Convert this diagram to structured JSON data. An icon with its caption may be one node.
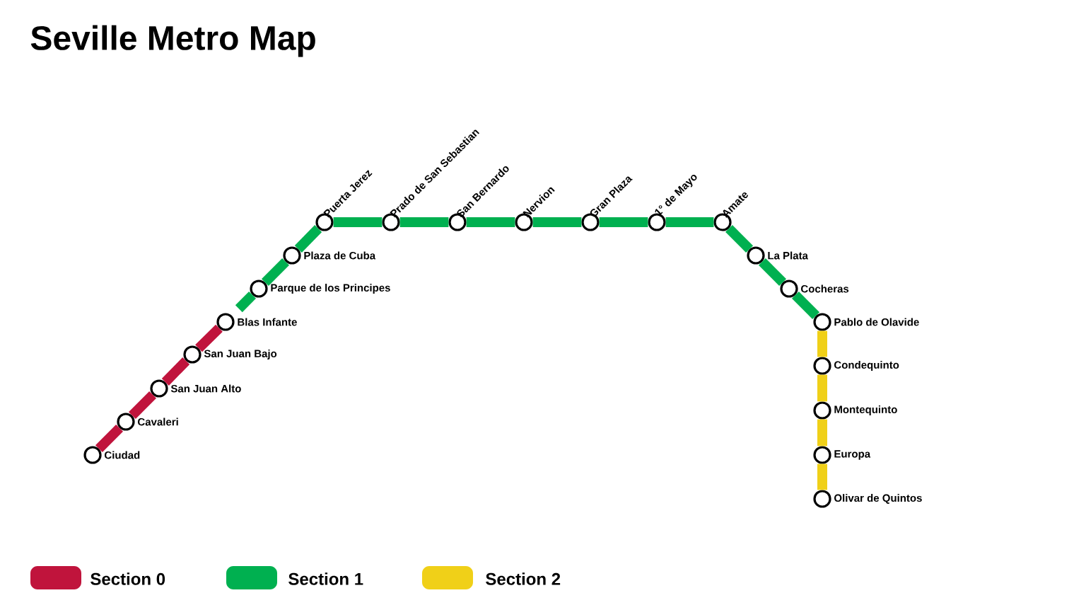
{
  "diagram": {
    "title": "Seville Metro Map",
    "nodes": [
      {
        "text": [],
        "shape": "circle",
        "beside": [
          "Ciudad"
        ]
      },
      {
        "text": [],
        "shape": "circle",
        "beside": [
          "Cavaleri"
        ]
      },
      {
        "text": [],
        "shape": "circle",
        "beside": [
          "San Juan Alto"
        ]
      },
      {
        "text": [],
        "shape": "circle",
        "beside": [
          "San Juan Bajo"
        ]
      },
      {
        "text": [],
        "shape": "circle",
        "beside": [
          "Blas Infante"
        ]
      },
      {
        "text": [],
        "shape": "circle",
        "beside": [
          "Parque de los Principes"
        ]
      },
      {
        "text": [],
        "shape": "circle",
        "beside": [
          "Plaza de Cuba"
        ]
      },
      {
        "text": [],
        "shape": "circle",
        "beside": [
          "Puerta Jerez"
        ]
      },
      {
        "text": [],
        "shape": "circle",
        "beside": [
          "Prado de San Sebastian"
        ]
      },
      {
        "text": [],
        "shape": "circle",
        "beside": [
          "San Bernardo"
        ]
      },
      {
        "text": [],
        "shape": "circle",
        "beside": [
          "Nervion"
        ]
      },
      {
        "text": [],
        "shape": "circle",
        "beside": [
          "Gran Plaza"
        ]
      },
      {
        "text": [],
        "shape": "circle",
        "beside": [
          "1° de Mayo"
        ]
      },
      {
        "text": [],
        "shape": "circle",
        "beside": [
          "Amate"
        ]
      },
      {
        "text": [],
        "shape": "circle",
        "beside": [
          "La Plata"
        ]
      },
      {
        "text": [],
        "shape": "circle",
        "beside": [
          "Cocheras"
        ]
      },
      {
        "text": [],
        "shape": "circle",
        "beside": [
          "Pablo de Olavide"
        ]
      },
      {
        "text": [],
        "shape": "circle",
        "beside": [
          "Condequinto"
        ]
      },
      {
        "text": [],
        "shape": "circle",
        "beside": [
          "Montequinto"
        ]
      },
      {
        "text": [],
        "shape": "circle",
        "beside": [
          "Europa"
        ]
      },
      {
        "text": [],
        "shape": "circle",
        "beside": [
          "Olivar de Quintos"
        ]
      }
    ],
    "edges": [
      {
        "from": 0,
        "to": 1,
        "arrow": "none",
        "color": "#c0143c"
      },
      {
        "from": 1,
        "to": 2,
        "arrow": "none",
        "color": "#c0143c"
      },
      {
        "from": 2,
        "to": 3,
        "arrow": "none",
        "color": "#c0143c"
      },
      {
        "from": 3,
        "to": 4,
        "arrow": "none",
        "color": "#c0143c"
      },
      {
        "from": 4,
        "to": 5,
        "arrow": "none"
      },
      {
        "from": 5,
        "to": 6,
        "arrow": "none"
      },
      {
        "from": 6,
        "to": 7,
        "arrow": "none"
      },
      {
        "from": 7,
        "to": 8,
        "arrow": "none"
      },
      {
        "from": 8,
        "to": 9,
        "arrow": "none"
      },
      {
        "from": 9,
        "to": 10,
        "arrow": "none"
      },
      {
        "from": 10,
        "to": 11,
        "arrow": "none"
      },
      {
        "from": 11,
        "to": 12,
        "arrow": "none"
      },
      {
        "from": 12,
        "to": 13,
        "arrow": "none"
      },
      {
        "from": 13,
        "to": 14,
        "arrow": "none"
      },
      {
        "from": 14,
        "to": 15,
        "arrow": "none"
      },
      {
        "from": 15,
        "to": 16,
        "arrow": "none"
      },
      {
        "from": 16,
        "to": 17,
        "arrow": "none",
        "color": "#f0d018"
      },
      {
        "from": 17,
        "to": 18,
        "arrow": "none",
        "color": "#f0d018"
      },
      {
        "from": 18,
        "to": 19,
        "arrow": "none",
        "color": "#f0d018"
      },
      {
        "from": 19,
        "to": 20,
        "arrow": "none",
        "color": "#f0d018"
      }
    ],
    "legend": [
      {
        "text": "Section 0",
        "color": "#c0143c"
      },
      {
        "text": "Section 1",
        "color": "#00b050"
      },
      {
        "text": "Section 2",
        "color": "#f0d018"
      }
    ]
  }
}
